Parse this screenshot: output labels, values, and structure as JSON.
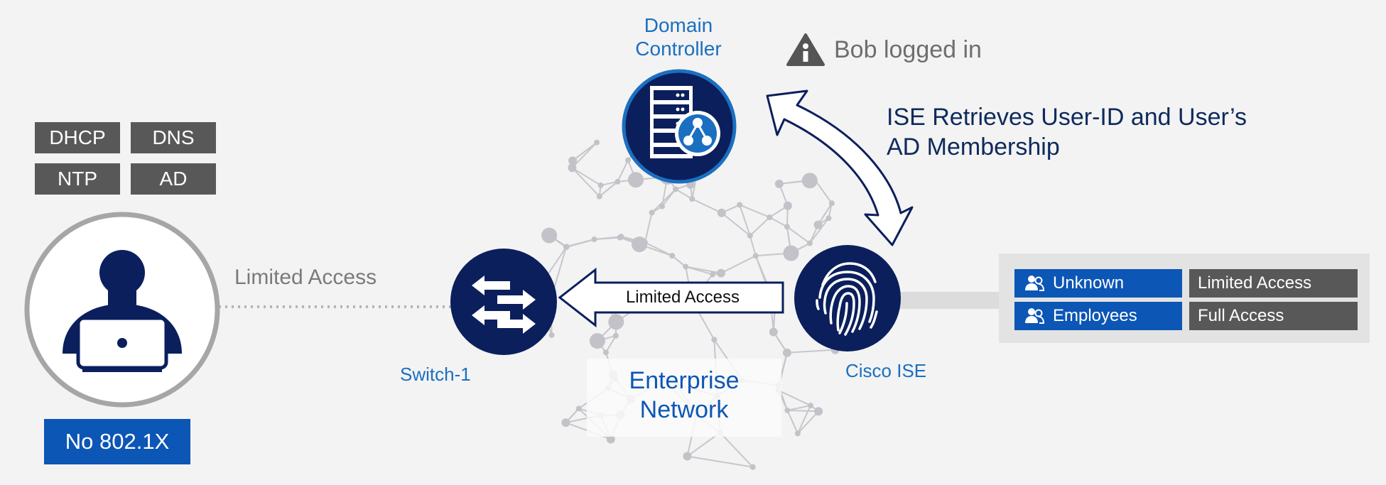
{
  "services": [
    {
      "label": "DHCP"
    },
    {
      "label": "DNS"
    },
    {
      "label": "NTP"
    },
    {
      "label": "AD"
    }
  ],
  "endpoint": {
    "badge": "No 802.1X",
    "link_label": "Limited Access"
  },
  "domain_controller": {
    "line1": "Domain",
    "line2": "Controller"
  },
  "notification": {
    "text": "Bob logged in"
  },
  "ise_retrieval": {
    "line1": "ISE Retrieves User-ID and User’s",
    "line2": "AD Membership"
  },
  "switch": {
    "label": "Switch-1",
    "arrow_label": "Limited Access"
  },
  "ise": {
    "label": "Cisco ISE"
  },
  "network": {
    "line1": "Enterprise",
    "line2": "Network"
  },
  "policy_table": {
    "rows": [
      {
        "group": "Unknown",
        "access": "Limited Access"
      },
      {
        "group": "Employees",
        "access": "Full Access"
      }
    ]
  },
  "colors": {
    "navy": "#0b1f5c",
    "blue": "#0c56b5",
    "label_blue": "#1b6fc0",
    "service_gray": "#585858",
    "background": "#f3f3f3"
  },
  "icons": {
    "notification": "info-triangle-icon",
    "domain_controller": "server-directory-icon",
    "switch": "switch-arrows-icon",
    "ise": "fingerprint-icon",
    "user": "user-laptop-icon",
    "group": "users-group-icon"
  }
}
